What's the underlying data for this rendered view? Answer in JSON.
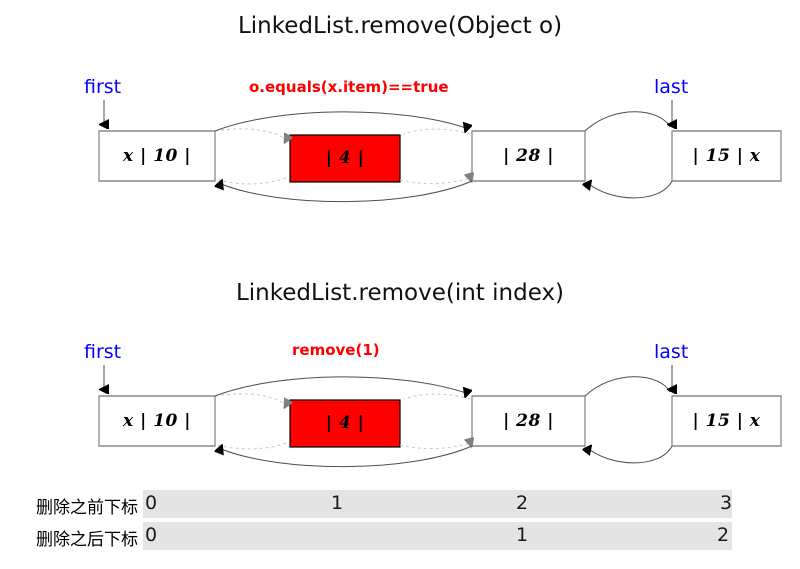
{
  "diagrams": [
    {
      "title": "LinkedList.remove(Object o)",
      "annotation": "o.equals(x.item)==true",
      "first_label": "first",
      "last_label": "last",
      "nodes": [
        {
          "text": "x | 10 |",
          "removed": false
        },
        {
          "text": "| 4 |",
          "removed": true
        },
        {
          "text": "| 28 |",
          "removed": false
        },
        {
          "text": "| 15 | x",
          "removed": false
        }
      ]
    },
    {
      "title": "LinkedList.remove(int index)",
      "annotation": "remove(1)",
      "first_label": "first",
      "last_label": "last",
      "nodes": [
        {
          "text": "x | 10 |",
          "removed": false
        },
        {
          "text": "| 4 |",
          "removed": true
        },
        {
          "text": "| 28 |",
          "removed": false
        },
        {
          "text": "| 15 | x",
          "removed": false
        }
      ]
    }
  ],
  "index_table": {
    "rows": [
      {
        "label": "删除之前下标",
        "cells": [
          "0",
          "1",
          "2",
          "3"
        ]
      },
      {
        "label": "删除之后下标",
        "cells": [
          "0",
          "1",
          "2"
        ]
      }
    ]
  },
  "colors": {
    "removed_node": "#ff0000",
    "pointer_label": "#0000ff",
    "annotation": "#ff0000",
    "node_border": "#808080",
    "row_background": "#e4e4e4",
    "old_link": "#b0b0b0",
    "new_link": "#4d4d4d"
  }
}
